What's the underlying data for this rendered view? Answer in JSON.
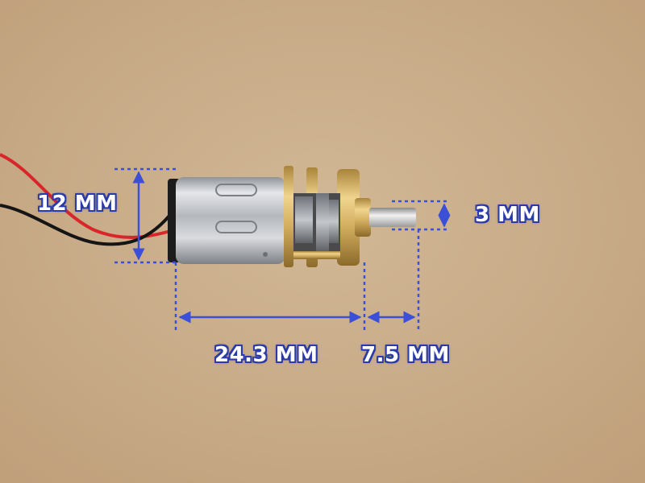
{
  "photo": {
    "background_color": "#c9ac88",
    "subject": "micro-gear-motor",
    "colors": {
      "motor_can": "#b9bcc2",
      "gearbox_brass": "#d6b46a",
      "shaft": "#c9c9c9",
      "wire_red": "#d8262a",
      "wire_black": "#151515",
      "dimension_line": "#3b4fd8"
    }
  },
  "dimensions": {
    "diameter": "12 MM",
    "shaft_diameter": "3 MM",
    "body_length": "24.3 MM",
    "shaft_length": "7.5 MM"
  }
}
